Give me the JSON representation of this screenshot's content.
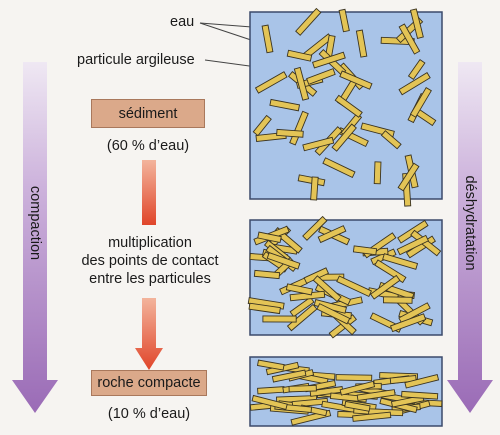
{
  "labels": {
    "water": "eau",
    "clay_particle": "particule argileuse",
    "sediment_box": "sédiment",
    "sediment_water": "(60 % d’eau)",
    "middle_text_1": "multiplication",
    "middle_text_2": "des points de contact",
    "middle_text_3": "entre les particules",
    "rock_box": "roche compacte",
    "rock_water": "(10 % d’eau)",
    "left_arrow": "compaction",
    "right_arrow": "déshydratation"
  },
  "colors": {
    "water_blue": "#a9c4e8",
    "panel_border": "#3b4a6b",
    "particle_fill": "#e3c456",
    "particle_stroke": "#3a3320",
    "purple_arrow": "#9c6fb7",
    "red_arrow": "#e0502c",
    "box_fill": "#dba98a"
  }
}
